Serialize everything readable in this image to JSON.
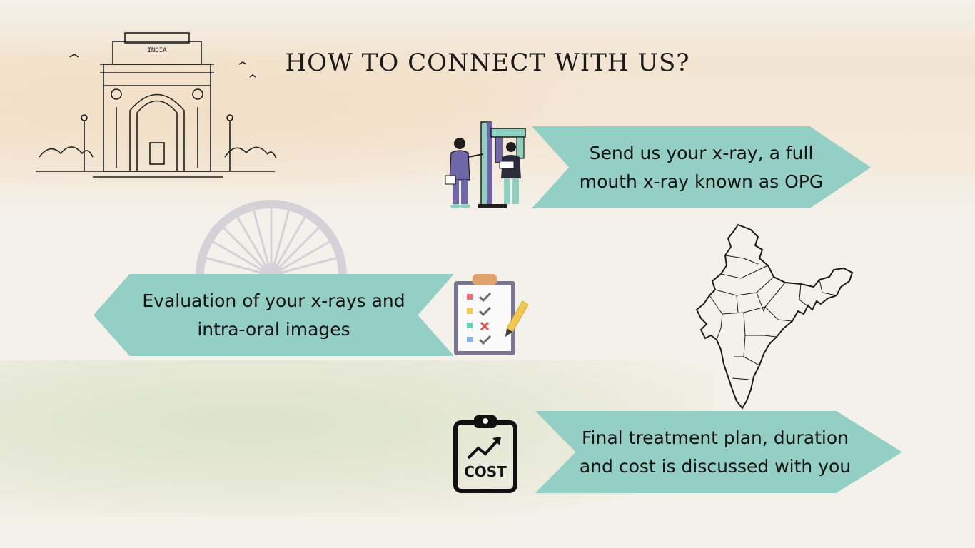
{
  "title": "HOW TO CONNECT WITH US?",
  "steps": [
    {
      "text": "Send us your x-ray, a full mouth x-ray known as OPG",
      "line1": "Send us your x-ray, a full",
      "line2": "mouth x-ray known as OPG"
    },
    {
      "text": "Evaluation of your x-rays and intra-oral images",
      "line1": "Evaluation of your x-rays and",
      "line2": "intra-oral images"
    },
    {
      "text": "Final treatment plan, duration and cost is discussed with you",
      "line1": "Final treatment plan, duration",
      "line2": "and cost is discussed with you"
    }
  ],
  "cost_icon": {
    "label": "COST"
  },
  "india_gate": {
    "label": "INDIA"
  },
  "colors": {
    "arrow": "#93cfc4",
    "background": "#f4f1ea",
    "saffron": "#f2e2cb",
    "green": "#dae2c8"
  },
  "icons": [
    "india-gate-icon",
    "ashoka-chakra-icon",
    "xray-machine-icon",
    "checklist-icon",
    "india-map-icon",
    "cost-chart-icon"
  ]
}
